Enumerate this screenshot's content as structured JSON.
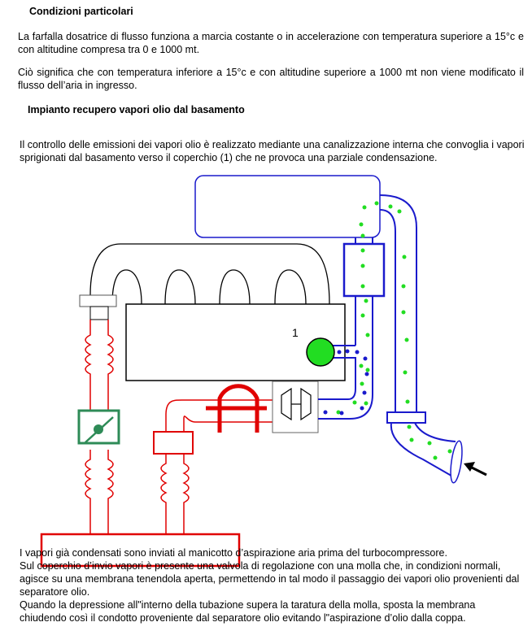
{
  "section1": {
    "heading": "Condizioni particolari",
    "paragraph1": "La farfalla dosatrice di flusso funziona a marcia costante o in accelerazione con temperatura superiore a 15°c e con altitudine compresa tra 0 e 1000 mt.",
    "paragraph2": "Ciò significa che con temperatura inferiore a 15°c e con altitudine superiore a 1000 mt non viene modificato il flusso dell’aria in ingresso."
  },
  "section2": {
    "heading": "Impianto recupero vapori olio dal basamento",
    "intro": "Il controllo delle emissioni dei vapori olio è realizzato mediante una canalizzazione interna che convoglia i vapori sprigionati dal basamento verso il coperchio (1) che ne provoca una parziale condensazione.",
    "diagram": {
      "label_1": "1",
      "colors": {
        "intake": "#e00000",
        "blow_by": "#1a1acc",
        "oil_vapour": "#22dd22",
        "throttle": "#2e8b57"
      }
    },
    "lines": [
      "I vapori già condensati sono inviati al manicotto d’aspirazione aria prima del turbocompressore.",
      "Sul coperchio d’invio vapori è presente una valvola di regolazione con una molla che, in condizioni normali, agisce su una membrana tenendola aperta, permettendo in tal modo il passaggio dei vapori olio provenienti dal separatore olio.",
      "Quando la depressione all\"interno della tubazione supera la taratura della molla, sposta la membrana chiudendo così il condotto proveniente dal separatore olio evitando l\"aspirazione d’olio dalla coppa."
    ]
  }
}
